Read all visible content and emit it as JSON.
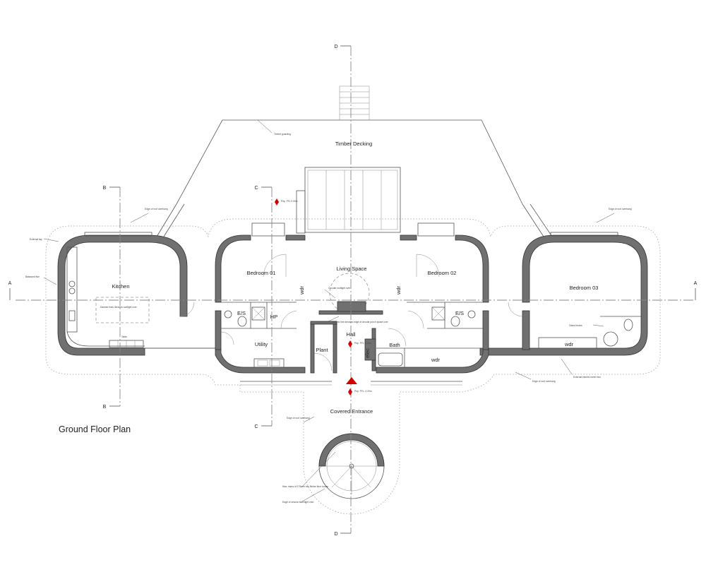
{
  "title": "Ground Floor Plan",
  "rooms": {
    "timber_decking": "Timber Decking",
    "kitchen": "Kitchen",
    "bedroom_01": "Bedroom 01",
    "living_space": "Living Space",
    "bedroom_02": "Bedroom 02",
    "bedroom_03": "Bedroom 03",
    "utility": "Utility",
    "plant": "Plant",
    "hall": "Hall",
    "bath": "Bath",
    "covered_entrance": "Covered Entrance",
    "es_left": "E/S",
    "es_right": "E/S",
    "hp": "HP",
    "elec": "elec",
    "wdr_left": "wdr",
    "wdr_right": "wdr",
    "wdr_bath": "wdr",
    "wdr_bed3": "wdr"
  },
  "sections": {
    "a_left": "A",
    "a_right": "A",
    "b_top": "B",
    "b_bottom": "B",
    "c_top": "C",
    "c_bottom": "C",
    "d_top": "D",
    "d_bottom": "D"
  },
  "notes": {
    "timber_guarding": "Timber guarding",
    "roof_overhang_kitchen": "Edge of roof overhang",
    "roof_overhang_bed3": "Edge of roof overhang",
    "roof_overhang_right_bottom": "Edge of roof overhang",
    "roof_overhang_entrance": "Edge of roof overhang",
    "external_tap": "External tap",
    "balanced_flue": "Balanced flue",
    "dashed_kitchen": "Dashed lines denotes rooflight over",
    "table": "Table",
    "circular_rooflight": "Circular rooflight over",
    "dashed_circular": "Dashed line denotes edge of circular porch space over",
    "ffl_living": "Pep. FFL 0.00m",
    "ffl_hall": "Pep. FFL 0.00m",
    "ffl_entrance": "Pep. FFL -0.20m",
    "glass_blocks": "Glass blocks",
    "external_meter": "External electric meter box",
    "stair_risers": "Max. risers of 175mm rise Below floor house",
    "stair_void": "Edge of circular stair/light void"
  }
}
